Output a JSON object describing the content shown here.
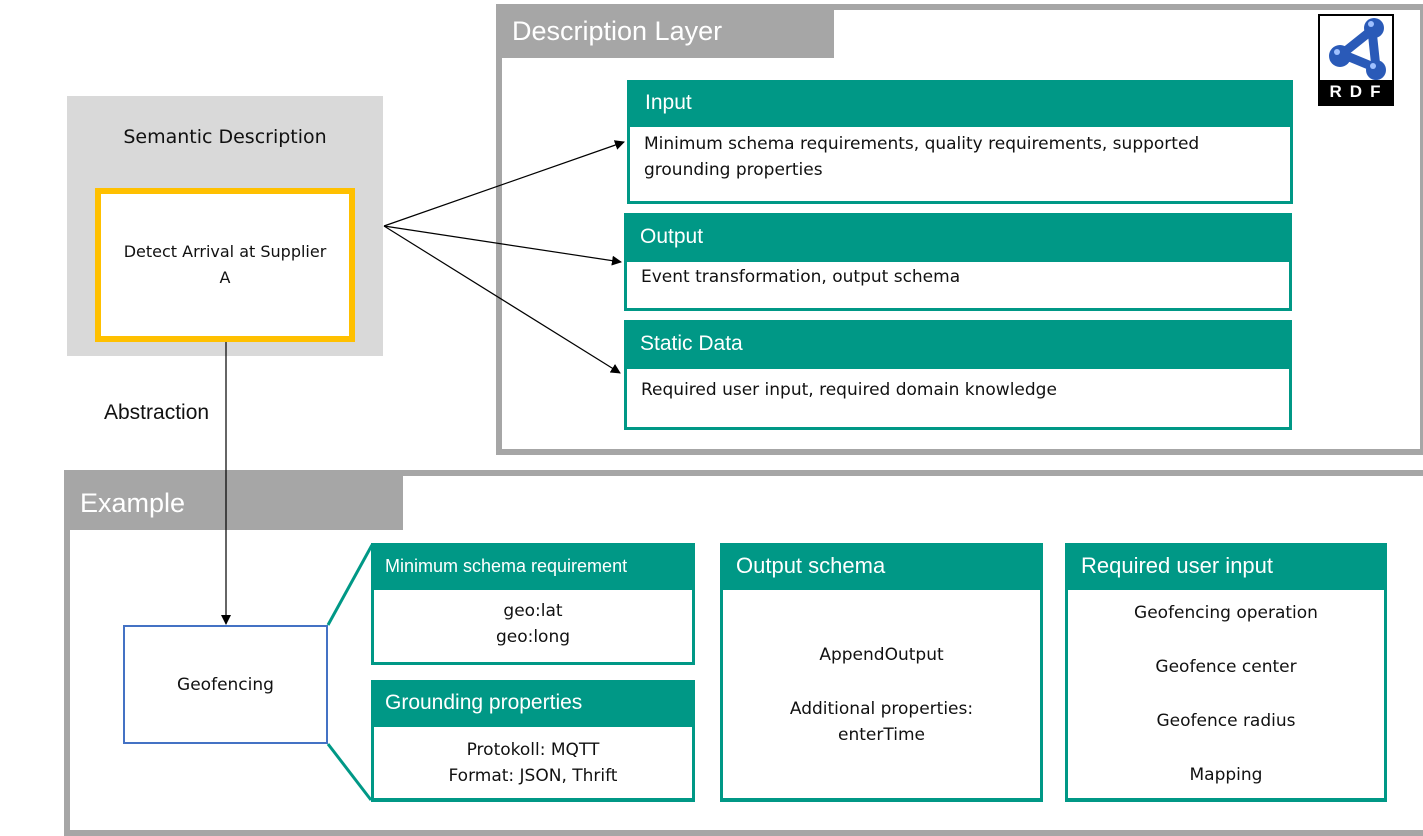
{
  "description_layer": {
    "tab_title": "Description Layer",
    "logo_label": "RDF",
    "sections": [
      {
        "header": "Input",
        "body": "Minimum schema requirements, quality requirements, supported grounding properties"
      },
      {
        "header": "Output",
        "body": "Event transformation, output schema"
      },
      {
        "header": "Static Data",
        "body": "Required user input, required domain knowledge"
      }
    ]
  },
  "semantic_description": {
    "title": "Semantic Description",
    "node_line1": "Detect Arrival at Supplier",
    "node_line2": "A"
  },
  "abstraction_label": "Abstraction",
  "example": {
    "tab_title": "Example",
    "node_label": "Geofencing",
    "min_schema": {
      "header": "Minimum schema requirement",
      "lines": [
        "geo:lat",
        "geo:long"
      ]
    },
    "grounding": {
      "header": "Grounding properties",
      "lines": [
        "Protokoll: MQTT",
        "Format: JSON, Thrift"
      ]
    },
    "output_schema": {
      "header": "Output schema",
      "lines": [
        "AppendOutput",
        "Additional properties:",
        "enterTime"
      ]
    },
    "user_input": {
      "header": "Required user input",
      "lines": [
        "Geofencing operation",
        "Geofence center",
        "Geofence radius",
        "Mapping"
      ]
    }
  },
  "colors": {
    "teal": "#009886",
    "gray": "#a6a6a6",
    "yellow": "#ffc000",
    "blue": "#4472c4"
  }
}
